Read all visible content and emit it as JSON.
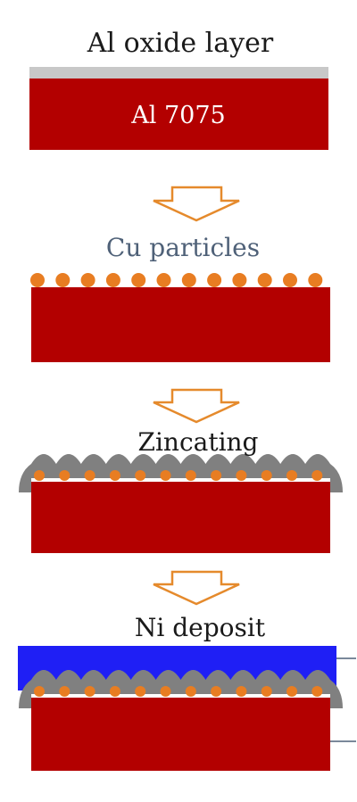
{
  "labels": {
    "oxide_layer": "Al oxide layer",
    "substrate": "Al 7075",
    "cu_particles": "Cu particles",
    "zincating": "Zincating",
    "ni_deposit": "Ni deposit"
  },
  "colors": {
    "substrate": "#b30000",
    "oxide": "#c8c8c8",
    "cu": "#e87d22",
    "arrow": "#e58a2c",
    "zinc": "#808080",
    "nickel": "#1f1ff5",
    "label_dark": "#1a1a1a",
    "label_blue": "#4f6178"
  }
}
